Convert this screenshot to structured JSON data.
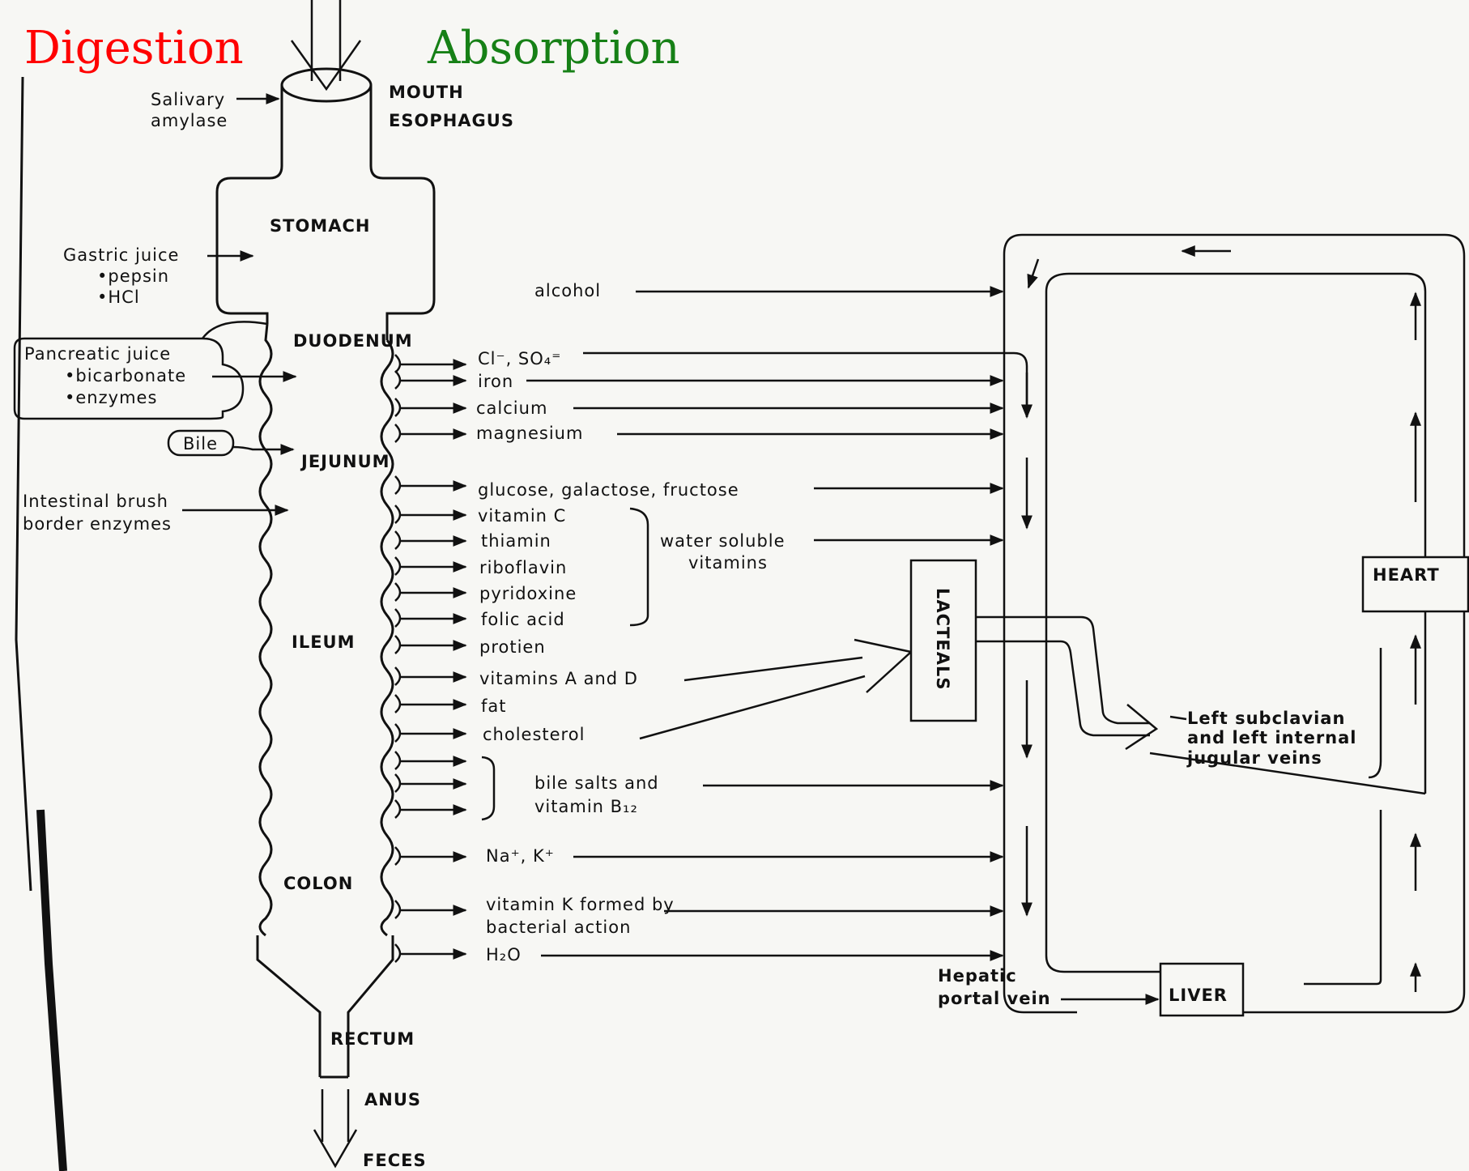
{
  "header": {
    "digestion": "Digestion",
    "absorption": "Absorption",
    "digestion_color": "#ff0000",
    "absorption_color": "#168016"
  },
  "organs": {
    "mouth": "MOUTH",
    "esophagus": "ESOPHAGUS",
    "stomach": "STOMACH",
    "duodenum": "DUODENUM",
    "jejunum": "JEJUNUM",
    "ileum": "ILEUM",
    "colon": "COLON",
    "rectum": "RECTUM",
    "anus": "ANUS",
    "feces": "FECES"
  },
  "secretions": {
    "salivary_1": "Salivary",
    "salivary_2": "amylase",
    "gastric_1": "Gastric juice",
    "gastric_2": "•pepsin",
    "gastric_3": "•HCl",
    "pancreatic_1": "Pancreatic juice",
    "pancreatic_2": "•bicarbonate",
    "pancreatic_3": "•enzymes",
    "bile": "Bile",
    "brush_1": "Intestinal brush",
    "brush_2": "border enzymes"
  },
  "absorbed": {
    "alcohol": "alcohol",
    "cl_so4": "Cl⁻, SO₄⁼",
    "iron": "iron",
    "calcium": "calcium",
    "magnesium": "magnesium",
    "sugars": "glucose, galactose, fructose",
    "vitamin_c": "vitamin C",
    "thiamin": "thiamin",
    "riboflavin": "riboflavin",
    "pyridoxine": "pyridoxine",
    "folic_acid": "folic acid",
    "water_soluble_1": "water soluble",
    "water_soluble_2": "vitamins",
    "protein": "protien",
    "vitamins_ad": "vitamins A and D",
    "fat": "fat",
    "cholesterol": "cholesterol",
    "bile_salts_1": "bile salts and",
    "bile_salts_2": "vitamin B₁₂",
    "na_k": "Na⁺, K⁺",
    "vitamin_k_1": "vitamin K formed by",
    "vitamin_k_2": "bacterial action",
    "water": "H₂O"
  },
  "circulation": {
    "lacteals": "LACTEALS",
    "heart": "HEART",
    "liver": "LIVER",
    "subclavian_1": "Left subclavian",
    "subclavian_2": "and left internal",
    "subclavian_3": "jugular veins",
    "hepatic_1": "Hepatic",
    "hepatic_2": "portal vein"
  }
}
